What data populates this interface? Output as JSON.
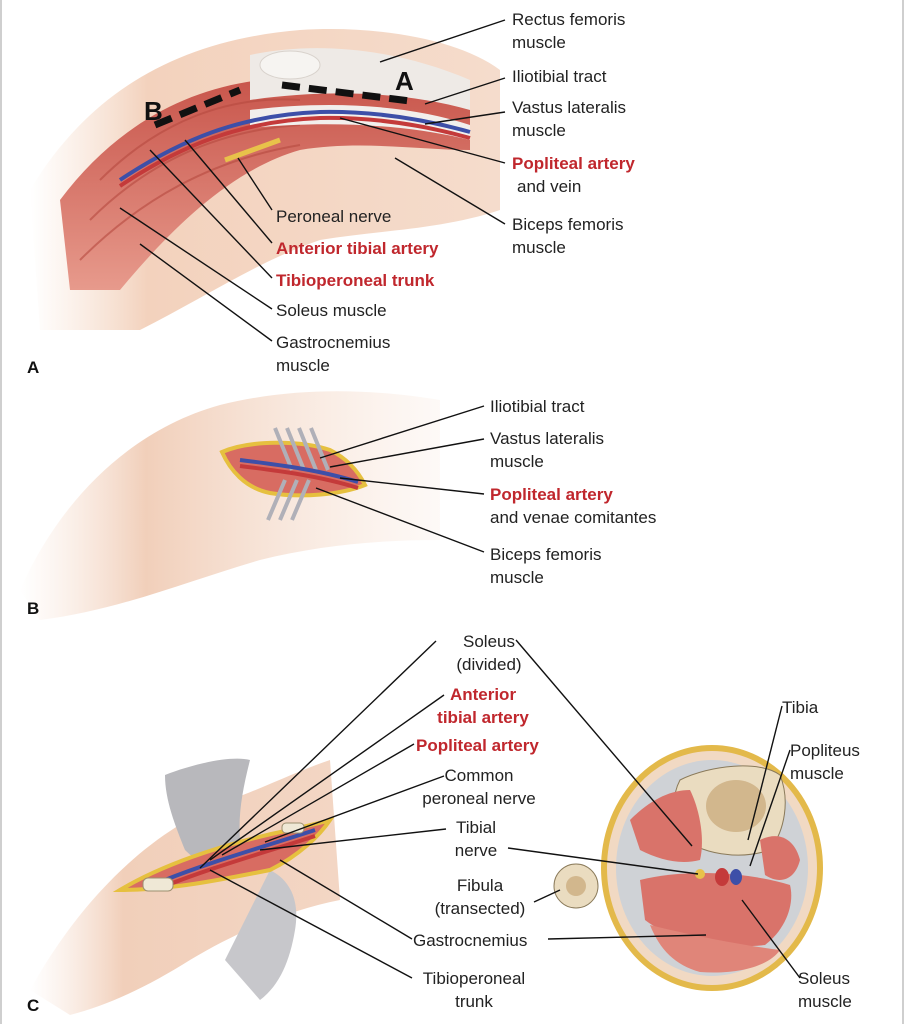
{
  "panels": {
    "a": {
      "letter": "A",
      "incision_a": "A",
      "incision_b": "B",
      "labels": {
        "rectus_femoris_1": "Rectus femoris",
        "rectus_femoris_2": "muscle",
        "iliotibial_tract": "Iliotibial tract",
        "vastus_lateralis_1": "Vastus lateralis",
        "vastus_lateralis_2": "muscle",
        "popliteal_artery": "Popliteal artery",
        "popliteal_artery_sub": "and vein",
        "biceps_femoris_1": "Biceps femoris",
        "biceps_femoris_2": "muscle",
        "peroneal_nerve": "Peroneal nerve",
        "anterior_tibial_artery": "Anterior tibial artery",
        "tibioperoneal_trunk": "Tibioperoneal trunk",
        "soleus_muscle": "Soleus muscle",
        "gastrocnemius_1": "Gastrocnemius",
        "gastrocnemius_2": "muscle"
      }
    },
    "b": {
      "letter": "B",
      "labels": {
        "iliotibial_tract": "Iliotibial tract",
        "vastus_lateralis_1": "Vastus lateralis",
        "vastus_lateralis_2": "muscle",
        "popliteal_artery": "Popliteal artery",
        "popliteal_artery_sub": "and venae comitantes",
        "biceps_femoris_1": "Biceps femoris",
        "biceps_femoris_2": "muscle"
      }
    },
    "c": {
      "letter": "C",
      "labels": {
        "soleus_divided_1": "Soleus",
        "soleus_divided_2": "(divided)",
        "anterior_tibial_1": "Anterior",
        "anterior_tibial_2": "tibial artery",
        "popliteal_artery": "Popliteal artery",
        "common_peroneal_1": "Common",
        "common_peroneal_2": "peroneal nerve",
        "tibial_nerve_1": "Tibial",
        "tibial_nerve_2": "nerve",
        "fibula_1": "Fibula",
        "fibula_2": "(transected)",
        "gastrocnemius": "Gastrocnemius",
        "tibioperoneal_1": "Tibioperoneal",
        "tibioperoneal_2": "trunk",
        "tibia": "Tibia",
        "popliteus_1": "Popliteus",
        "popliteus_2": "muscle",
        "soleus_1": "Soleus",
        "soleus_2": "muscle"
      }
    }
  },
  "colors": {
    "label_red": "#c0272d",
    "muscle": "#d9736a",
    "skin": "#f2d3bf",
    "fascia": "#e8c24a"
  }
}
